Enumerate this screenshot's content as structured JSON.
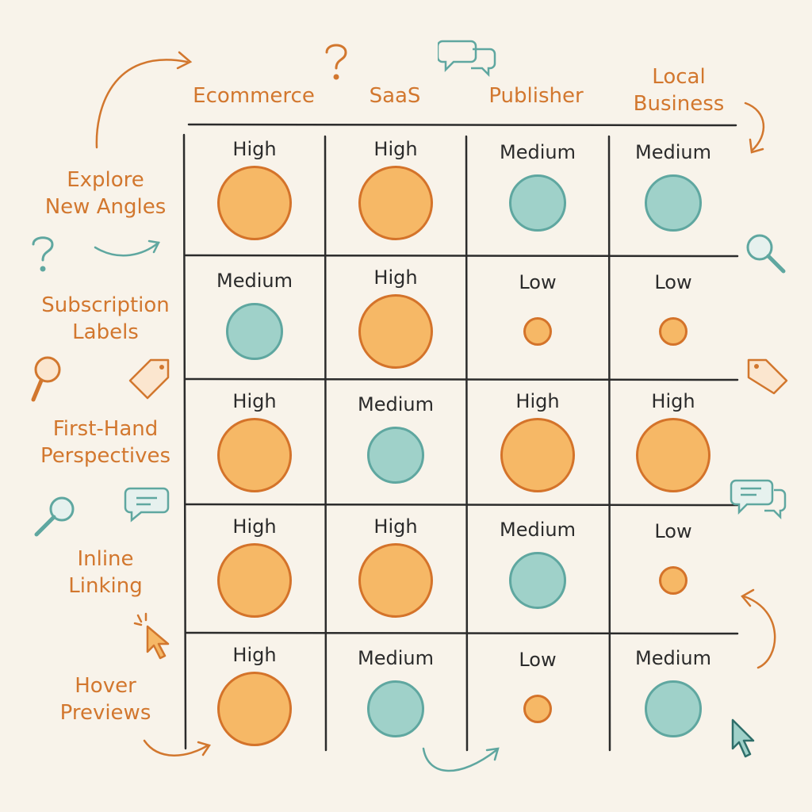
{
  "columns": [
    "Ecommerce",
    "SaaS",
    "Publisher",
    "Local\nBusiness"
  ],
  "rows": [
    {
      "label": "Explore\nNew Angles",
      "cells": [
        "High",
        "High",
        "Medium",
        "Medium"
      ]
    },
    {
      "label": "Subscription\nLabels",
      "cells": [
        "Medium",
        "High",
        "Low",
        "Low"
      ]
    },
    {
      "label": "First-Hand\nPerspectives",
      "cells": [
        "High",
        "Medium",
        "High",
        "High"
      ]
    },
    {
      "label": "Inline\nLinking",
      "cells": [
        "High",
        "High",
        "Medium",
        "Low"
      ]
    },
    {
      "label": "Hover\nPreviews",
      "cells": [
        "High",
        "Medium",
        "Low",
        "Medium"
      ]
    }
  ],
  "colors": {
    "accent": "#d2772e",
    "high_fill": "#f6b866",
    "medium_fill": "#9fd1c9",
    "low_fill": "#f6b866",
    "grid": "#2b2b2b"
  },
  "decorations": [
    "question-icon",
    "chat-bubbles-icon",
    "magnifier-icon",
    "tag-icon",
    "cursor-icon",
    "curved-arrow-icon"
  ]
}
